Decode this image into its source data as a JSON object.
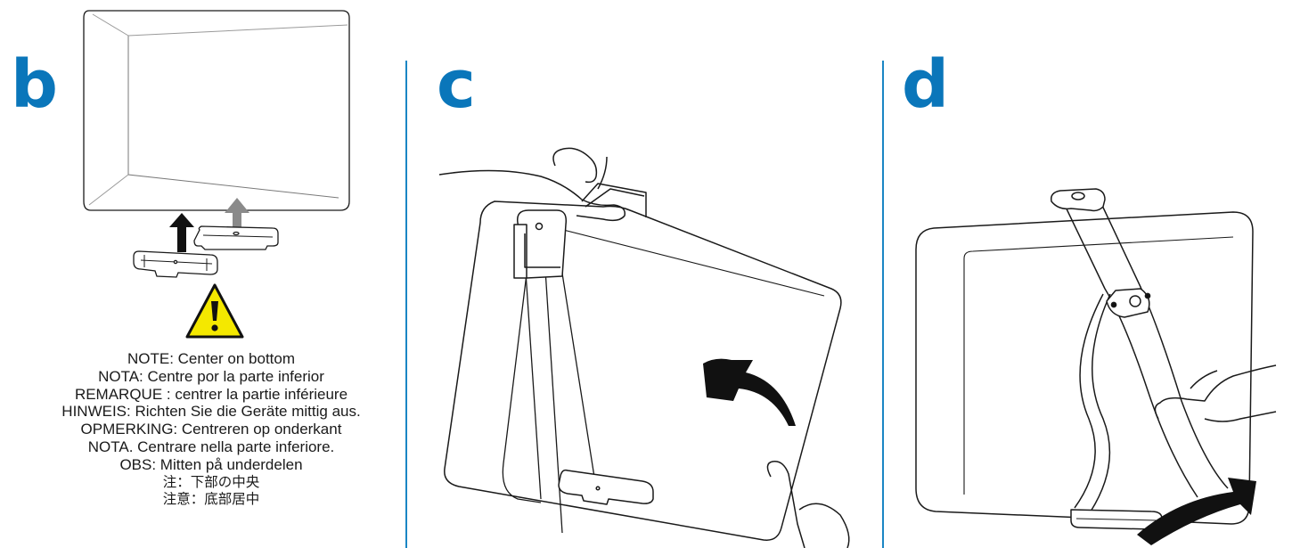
{
  "steps": {
    "b": "b",
    "c": "c",
    "d": "d"
  },
  "notes": [
    "NOTE: Center on bottom",
    "NOTA: Centre por la parte inferior",
    "REMARQUE : centrer la partie inférieure",
    "HINWEIS: Richten Sie die Geräte mittig aus.",
    "OPMERKING: Centreren op onderkant",
    "NOTA. Centrare nella parte inferiore.",
    "OBS: Mitten på underdelen",
    "注：下部の中央",
    "注意：底部居中"
  ],
  "icons": {
    "warning": "warning-triangle-icon",
    "arrow": "arrow-icon"
  },
  "colors": {
    "step_letter": "#0a76ba",
    "divider": "#1a86c4",
    "warning_fill": "#f4e800",
    "arrow_gray": "#8a8a8a"
  }
}
